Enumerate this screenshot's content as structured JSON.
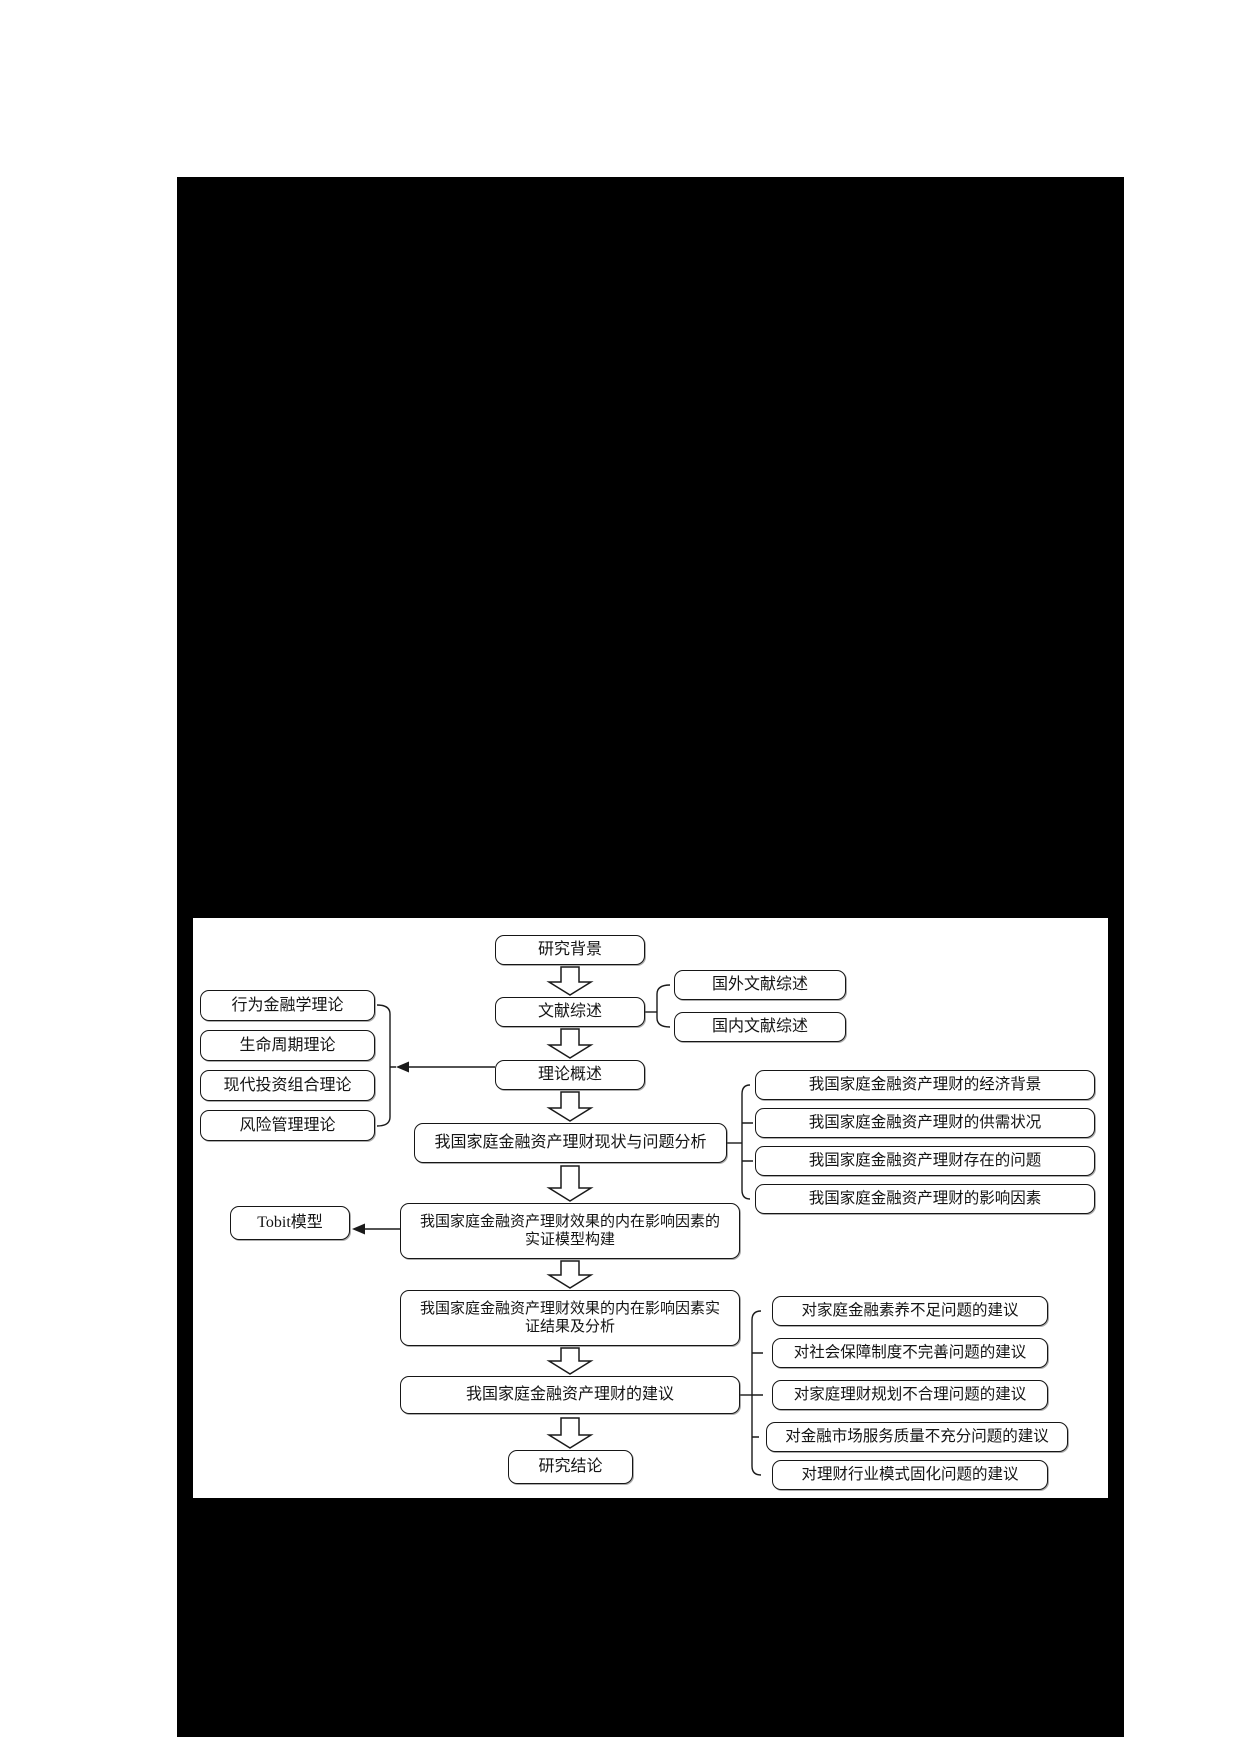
{
  "page": {
    "kind": "scanned thesis page with research framework flowchart",
    "colors": {
      "page_margin": "#ffffff",
      "redacted_area": "#000000",
      "figure_background": "#ffffff",
      "line": "#161616"
    }
  },
  "figure": {
    "nodes": {
      "research_background": "研究背景",
      "literature_review": "文献综述",
      "foreign_literature": "国外文献综述",
      "domestic_literature": "国内文献综述",
      "theory_overview": "理论概述",
      "behavioral_finance": "行为金融学理论",
      "life_cycle": "生命周期理论",
      "modern_portfolio": "现代投资组合理论",
      "risk_management": "风险管理理论",
      "status_analysis": "我国家庭金融资产理财现状与问题分析",
      "economic_background": "我国家庭金融资产理财的经济背景",
      "supply_demand": "我国家庭金融资产理财的供需状况",
      "existing_problems": "我国家庭金融资产理财存在的问题",
      "influencing_factors": "我国家庭金融资产理财的影响因素",
      "tobit_model": "Tobit模型",
      "empirical_model": "我国家庭金融资产理财效果的内在影响因素的\n实证模型构建",
      "empirical_results": "我国家庭金融资产理财效果的内在影响因素实\n证结果及分析",
      "suggestions": "我国家庭金融资产理财的建议",
      "sugg_literacy": "对家庭金融素养不足问题的建议",
      "sugg_social_security": "对社会保障制度不完善问题的建议",
      "sugg_planning": "对家庭理财规划不合理问题的建议",
      "sugg_market_service": "对金融市场服务质量不充分问题的建议",
      "sugg_industry_model": "对理财行业模式固化问题的建议",
      "conclusion": "研究结论"
    }
  }
}
